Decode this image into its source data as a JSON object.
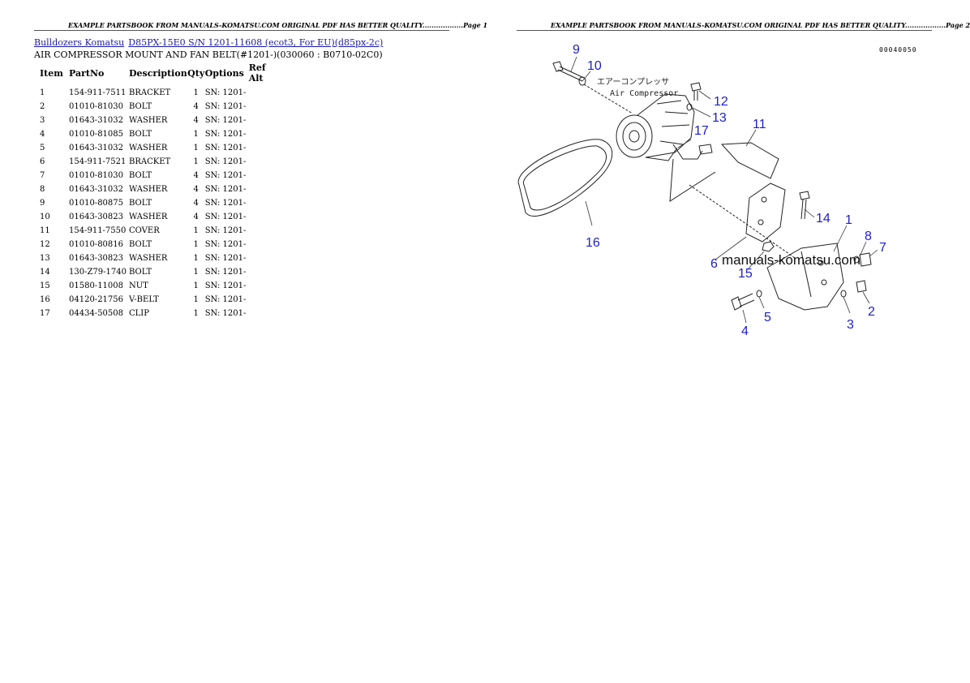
{
  "header": {
    "page1": "EXAMPLE PARTSBOOK FROM MANUALS-KOMATSU.COM ORIGINAL PDF HAS BETTER QUALITY..................Page 1",
    "page2": "EXAMPLE PARTSBOOK FROM MANUALS-KOMATSU.COM ORIGINAL PDF HAS BETTER QUALITY..................Page 2"
  },
  "breadcrumb": {
    "link1": "Bulldozers Komatsu",
    "link2": "D85PX-15E0 S/N 1201-11608 (ecot3, For EU)(d85px-2c)"
  },
  "subtitle": "AIR COMPRESSOR MOUNT AND FAN BELT(#1201-)(030060 : B0710-02C0)",
  "table": {
    "columns": [
      "Item",
      "PartNo",
      "Description",
      "Qty",
      "Options",
      "Ref Alt"
    ],
    "rows": [
      [
        "1",
        "154-911-7511",
        "BRACKET",
        "1",
        "SN: 1201-",
        ""
      ],
      [
        "2",
        "01010-81030",
        "BOLT",
        "4",
        "SN: 1201-",
        ""
      ],
      [
        "3",
        "01643-31032",
        "WASHER",
        "4",
        "SN: 1201-",
        ""
      ],
      [
        "4",
        "01010-81085",
        "BOLT",
        "1",
        "SN: 1201-",
        ""
      ],
      [
        "5",
        "01643-31032",
        "WASHER",
        "1",
        "SN: 1201-",
        ""
      ],
      [
        "6",
        "154-911-7521",
        "BRACKET",
        "1",
        "SN: 1201-",
        ""
      ],
      [
        "7",
        "01010-81030",
        "BOLT",
        "4",
        "SN: 1201-",
        ""
      ],
      [
        "8",
        "01643-31032",
        "WASHER",
        "4",
        "SN: 1201-",
        ""
      ],
      [
        "9",
        "01010-80875",
        "BOLT",
        "4",
        "SN: 1201-",
        ""
      ],
      [
        "10",
        "01643-30823",
        "WASHER",
        "4",
        "SN: 1201-",
        ""
      ],
      [
        "11",
        "154-911-7550",
        "COVER",
        "1",
        "SN: 1201-",
        ""
      ],
      [
        "12",
        "01010-80816",
        "BOLT",
        "1",
        "SN: 1201-",
        ""
      ],
      [
        "13",
        "01643-30823",
        "WASHER",
        "1",
        "SN: 1201-",
        ""
      ],
      [
        "14",
        "130-Z79-1740",
        "BOLT",
        "1",
        "SN: 1201-",
        ""
      ],
      [
        "15",
        "01580-11008",
        "NUT",
        "1",
        "SN: 1201-",
        ""
      ],
      [
        "16",
        "04120-21756",
        "V-BELT",
        "1",
        "SN: 1201-",
        ""
      ],
      [
        "17",
        "04434-50508",
        "CLIP",
        "1",
        "SN: 1201-",
        ""
      ]
    ]
  },
  "diagram": {
    "doc_number": "00040050",
    "japanese_label": "エアーコンプレッサ",
    "english_label": "Air Compressor",
    "watermark": "manuals-komatsu.com",
    "callouts": {
      "c9": "9",
      "c10": "10",
      "c12": "12",
      "c13": "13",
      "c17": "17",
      "c11": "11",
      "c14": "14",
      "c1": "1",
      "c8": "8",
      "c7": "7",
      "c16": "16",
      "c6": "6",
      "c15": "15",
      "c5": "5",
      "c4": "4",
      "c3": "3",
      "c2": "2"
    },
    "accent_color": "#1d1dcc"
  }
}
